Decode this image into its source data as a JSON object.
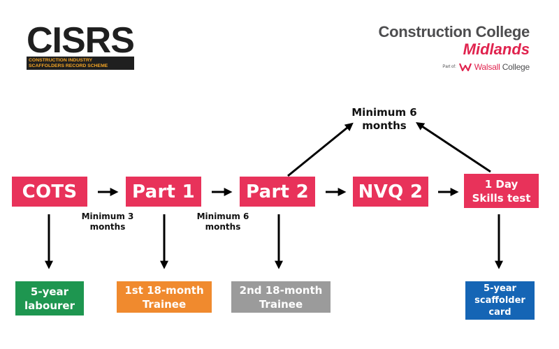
{
  "logos": {
    "cisrs": {
      "wordmark": "CISRS",
      "band_line1": "CONSTRUCTION INDUSTRY",
      "band_line2": "SCAFFOLDERS RECORD SCHEME"
    },
    "college": {
      "line1": "Construction College",
      "line2": "Midlands",
      "part_of": "Part of:",
      "partner_first": "Walsall",
      "partner_second": " College"
    }
  },
  "stages": [
    {
      "id": "cots",
      "label": "COTS"
    },
    {
      "id": "part1",
      "label": "Part 1"
    },
    {
      "id": "part2",
      "label": "Part 2"
    },
    {
      "id": "nvq2",
      "label": "NVQ 2"
    },
    {
      "id": "skills-test",
      "label": "1 Day\nSkills test"
    }
  ],
  "durations": [
    {
      "id": "cots-to-part1",
      "label": "Minimum 3\nmonths"
    },
    {
      "id": "part1-to-part2",
      "label": "Minimum 6\nmonths"
    },
    {
      "id": "part2-to-skills-test",
      "label": "Minimum 6\nmonths"
    }
  ],
  "outcomes": [
    {
      "id": "labourer",
      "label": "5-year\nlabourer",
      "color": "#1e9650"
    },
    {
      "id": "trainee1",
      "label": "1st 18-month\nTrainee",
      "color": "#f08a2e"
    },
    {
      "id": "trainee2",
      "label": "2nd 18-month\nTrainee",
      "color": "#9b9b9b"
    },
    {
      "id": "scaffolder",
      "label": "5-year\nscaffolder\ncard",
      "color": "#1565b5"
    }
  ],
  "colors": {
    "stage": "#e8325a",
    "college_accent": "#e0234e",
    "logo_dark": "#1f1f1f",
    "logo_orange": "#f5a524",
    "arrow": "#000000"
  }
}
